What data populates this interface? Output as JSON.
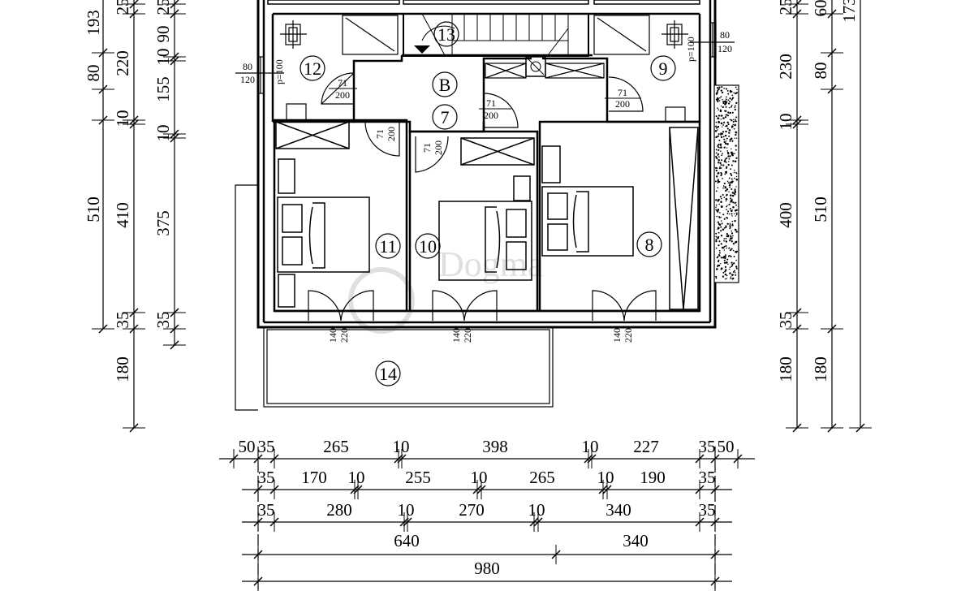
{
  "plan": {
    "rooms": [
      {
        "id": "12"
      },
      {
        "id": "13"
      },
      {
        "id": "B"
      },
      {
        "id": "7"
      },
      {
        "id": "9"
      },
      {
        "id": "11"
      },
      {
        "id": "10"
      },
      {
        "id": "8"
      },
      {
        "id": "14"
      }
    ],
    "doors": {
      "d1": [
        "71",
        "200"
      ],
      "d2": [
        "71",
        "200"
      ],
      "d3": [
        "71",
        "200"
      ],
      "d4": [
        "71",
        "200"
      ],
      "d5": [
        "71",
        "200"
      ],
      "balcony_doors": [
        [
          "140",
          "220"
        ],
        [
          "140",
          "220"
        ],
        [
          "140",
          "220"
        ]
      ]
    },
    "windows": {
      "left": {
        "w": "80",
        "h": "120",
        "sill": "p=100"
      },
      "right": {
        "w": "80",
        "h": "120",
        "sill": "p=100"
      }
    },
    "watermark": "Dogma nekretnine"
  },
  "dimensions": {
    "left_col1": [
      "193",
      "80",
      "510"
    ],
    "left_col2": [
      "25",
      "220",
      "10",
      "410",
      "35",
      "180"
    ],
    "left_col3": [
      "25",
      "10",
      "90",
      "155",
      "10",
      "375",
      "35"
    ],
    "right_col1": [
      "25",
      "230",
      "10",
      "400",
      "35",
      "180"
    ],
    "right_col2": [
      "60",
      "80",
      "510",
      "180"
    ],
    "right_col3": [
      "173"
    ],
    "bottom_row1": [
      "50",
      "35",
      "265",
      "10",
      "398",
      "10",
      "227",
      "35",
      "50"
    ],
    "bottom_row2": [
      "35",
      "170",
      "10",
      "255",
      "10",
      "265",
      "10",
      "190",
      "35"
    ],
    "bottom_row3": [
      "35",
      "280",
      "10",
      "270",
      "10",
      "340",
      "35"
    ],
    "bottom_row4": [
      "640",
      "340"
    ],
    "bottom_row5": [
      "980"
    ]
  }
}
